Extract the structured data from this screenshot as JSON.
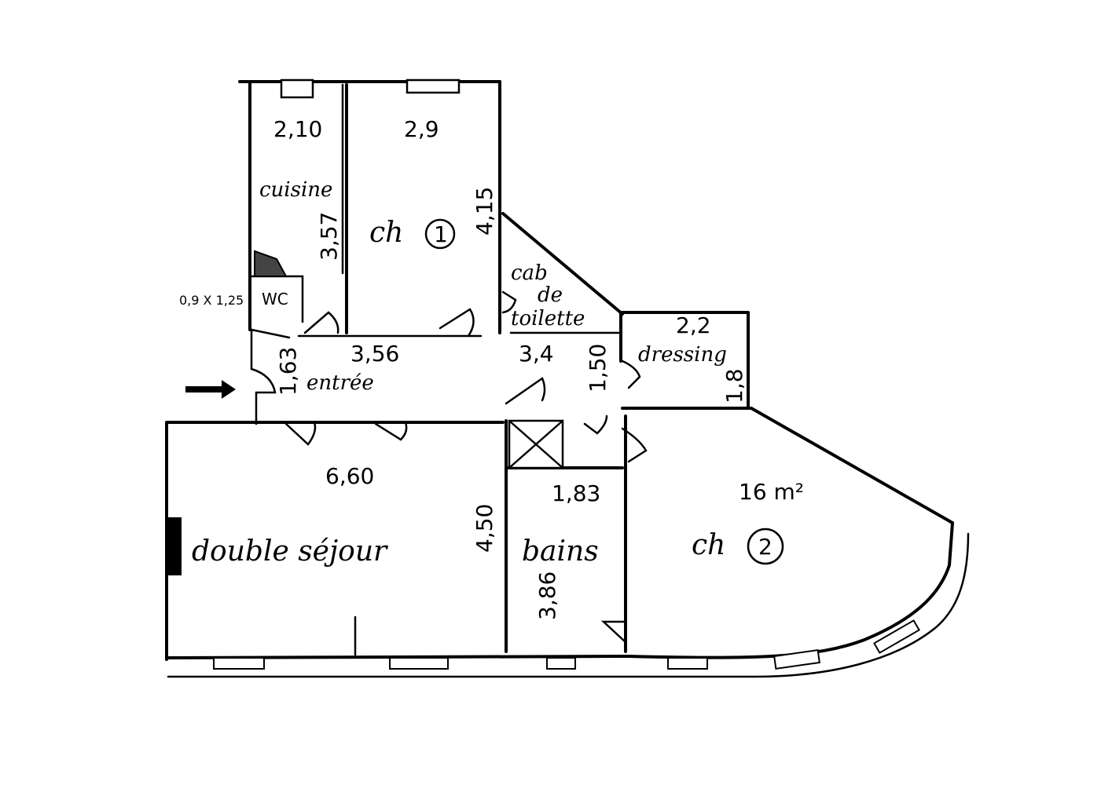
{
  "rooms": {
    "cuisine": "cuisine",
    "ch1": "ch",
    "ch1_num": "1",
    "cab": "cab",
    "cab2": "de",
    "cab3": "toilette",
    "wc": "WC",
    "entree": "entrée",
    "dressing": "dressing",
    "sejour": "double séjour",
    "bains": "bains",
    "ch2": "ch",
    "ch2_num": "2"
  },
  "dimensions": {
    "cuisine_w": "2,10",
    "ch1_w": "2,9",
    "cuisine_h": "3,57",
    "ch1_h": "4,15",
    "wc_size": "0,9 X 1,25",
    "entree_w1": "3,56",
    "entree_w2": "3,4",
    "entree_h": "1,63",
    "hall_h": "1,50",
    "dressing_w": "2,2",
    "dressing_h": "1,8",
    "sejour_w": "6,60",
    "sejour_h": "4,50",
    "bains_w": "1,83",
    "bains_h": "3,86",
    "ch2_area": "16 m²"
  }
}
